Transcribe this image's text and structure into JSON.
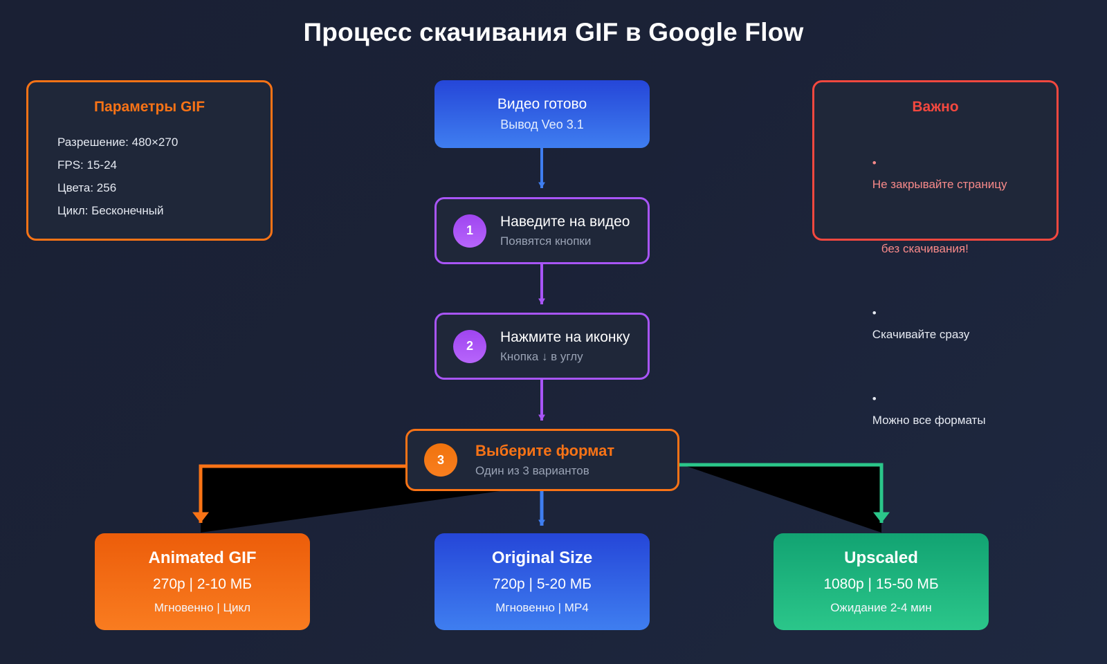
{
  "page": {
    "title": "Процесс скачивания GIF в Google Flow",
    "background": "#1a2034"
  },
  "params_panel": {
    "title": "Параметры GIF",
    "accent": "#f97316",
    "lines": [
      "Разрешение: 480×270",
      "FPS: 15-24",
      "Цвета: 256",
      "Цикл: Бесконечный"
    ]
  },
  "warning_panel": {
    "title": "Важно",
    "accent": "#f4483f",
    "bullets": [
      {
        "bullet": "•",
        "text": "Не закрывайте страницу",
        "accent": true
      },
      {
        "bullet": "",
        "text": "без скачивания!",
        "accent": true
      },
      {
        "bullet": "•",
        "text": "Скачивайте сразу",
        "accent": false
      },
      {
        "bullet": "•",
        "text": "Можно все форматы",
        "accent": false
      }
    ]
  },
  "flow": {
    "source": {
      "title": "Видео готово",
      "subtitle": "Вывод Veo 3.1",
      "color": "#3f7ef0"
    },
    "steps": [
      {
        "number": "1",
        "title": "Наведите на видео",
        "subtitle": "Появятся кнопки",
        "accent": "#a855f7"
      },
      {
        "number": "2",
        "title": "Нажмите на иконку",
        "subtitle": "Кнопка ↓ в углу",
        "accent": "#a855f7"
      },
      {
        "number": "3",
        "title": "Выберите формат",
        "subtitle": "Один из 3 вариантов",
        "accent": "#f97316"
      }
    ],
    "results": [
      {
        "title": "Animated GIF",
        "spec": "270p | 2-10 МБ",
        "meta": "Мгновенно | Цикл",
        "color": "#f97316"
      },
      {
        "title": "Original Size",
        "spec": "720p | 5-20 МБ",
        "meta": "Мгновенно | MP4",
        "color": "#3f7ef0"
      },
      {
        "title": "Upscaled",
        "spec": "1080p | 15-50 МБ",
        "meta": "Ожидание 2-4 мин",
        "color": "#2bc68a"
      }
    ],
    "connectors": [
      {
        "name": "source-to-step1",
        "color": "#3f7ef0"
      },
      {
        "name": "step1-to-step2",
        "color": "#a855f7"
      },
      {
        "name": "step2-to-step3",
        "color": "#a855f7"
      },
      {
        "name": "step3-to-gif",
        "color": "#f97316"
      },
      {
        "name": "step3-to-original",
        "color": "#3f7ef0"
      },
      {
        "name": "step3-to-upscaled",
        "color": "#2bc68a"
      }
    ]
  }
}
